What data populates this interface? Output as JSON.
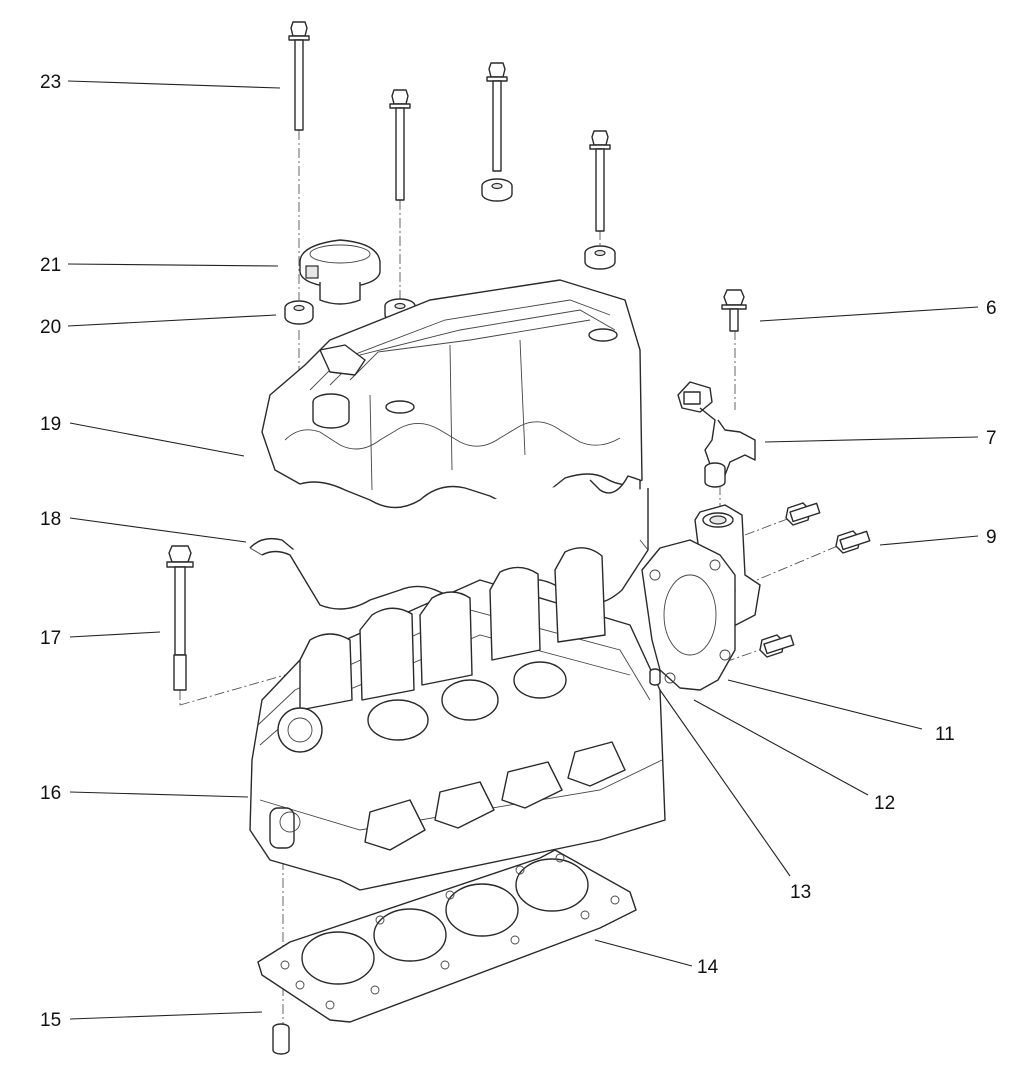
{
  "diagram": {
    "callouts": {
      "c23": "23",
      "c21": "21",
      "c20": "20",
      "c19": "19",
      "c18": "18",
      "c17": "17",
      "c16": "16",
      "c15": "15",
      "c6": "6",
      "c7": "7",
      "c9": "9",
      "c11": "11",
      "c12": "12",
      "c13": "13",
      "c14": "14"
    },
    "colors": {
      "ink": "#2a2a2a",
      "fill": "#ffffff",
      "shade": "#e6e6e6"
    }
  }
}
